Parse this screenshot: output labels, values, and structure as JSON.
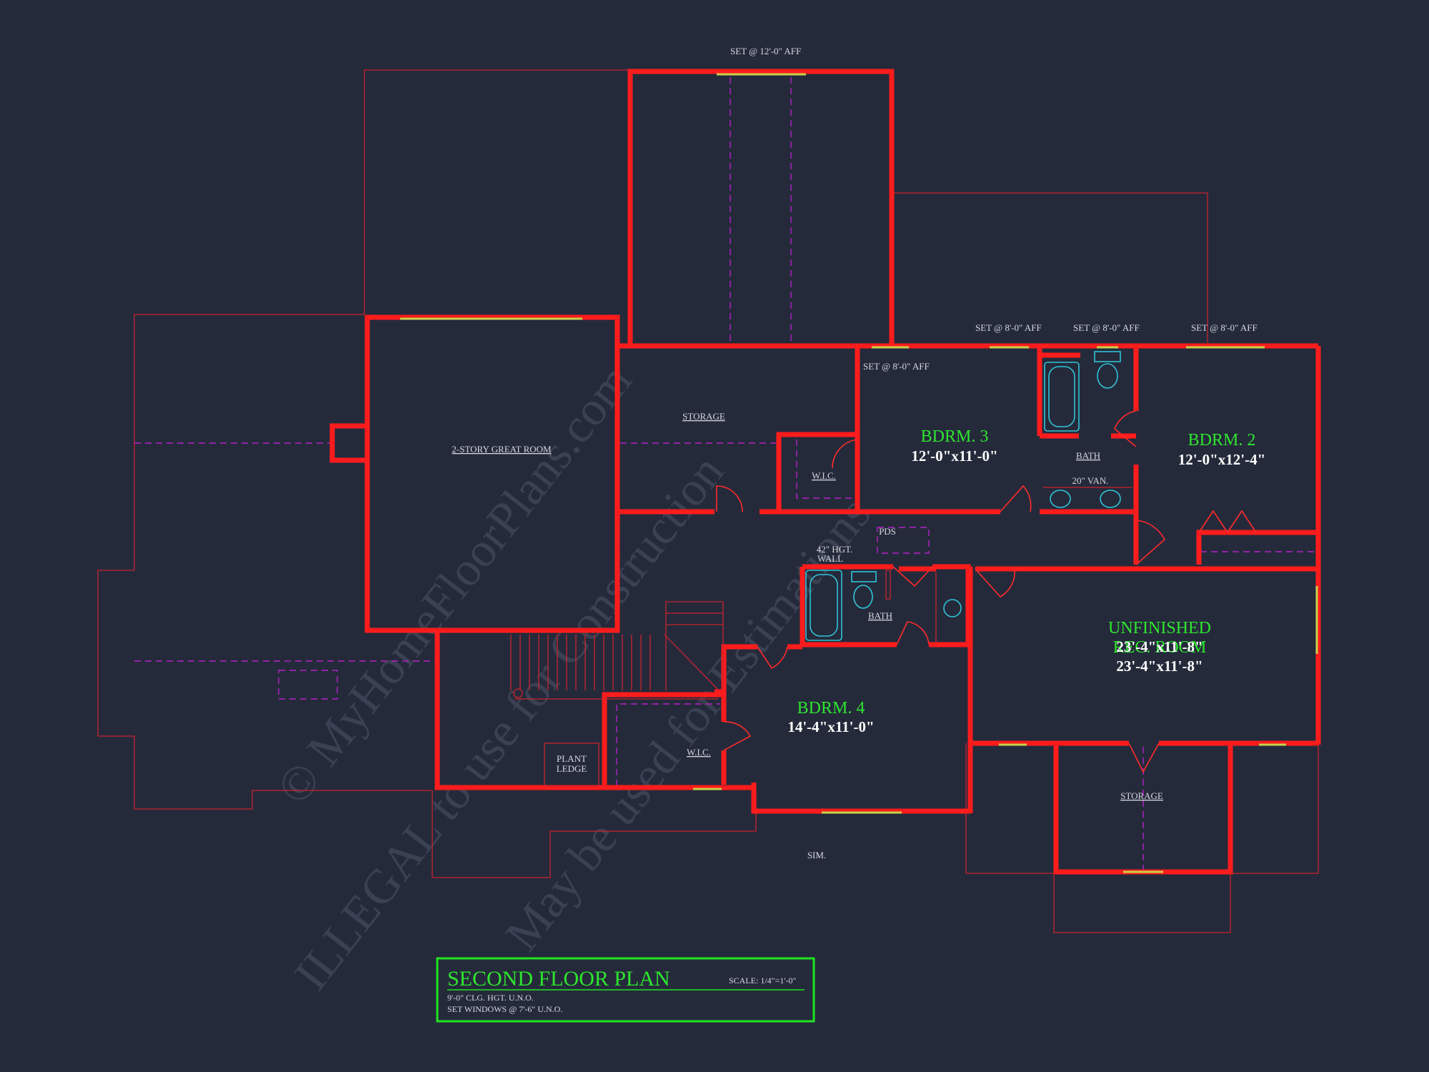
{
  "title_block": {
    "title": "SECOND FLOOR PLAN",
    "scale": "SCALE: 1/4\"=1'-0\"",
    "note1": "9'-0\" CLG. HGT. U.N.O.",
    "note2": "SET WINDOWS @ 7'-6\" U.N.O."
  },
  "window_notes": {
    "top": "SET @ 12'-0\" AFF",
    "bdrm3": "SET @ 8'-0\" AFF",
    "bath_top": "SET @ 8'-0\" AFF",
    "bath_top2": "SET @ 8'-0\" AFF",
    "bdrm2": "SET @ 8'-0\" AFF"
  },
  "rooms": {
    "great_room": "2-STORY GREAT ROOM",
    "storage_top": "STORAGE",
    "wic_top": "W.I.C.",
    "bdrm3_name": "BDRM. 3",
    "bdrm3_size": "12'-0\"x11'-0\"",
    "bath_upper": "BATH",
    "vanity": "20\" VAN.",
    "bdrm2_name": "BDRM. 2",
    "bdrm2_size": "12'-0\"x12'-4\"",
    "pds": "PDS",
    "hgt_wall_1": "42\" HGT.",
    "hgt_wall_2": "WALL",
    "bath_lower": "BATH",
    "unfinished_1": "UNFINISHED",
    "unfinished_2": "REC. ROOM",
    "unfinished_size": "23'-4\"x11'-8\"",
    "unfinished_size_dup": "23'-4\"x11'-8\"",
    "bdrm4_name": "BDRM. 4",
    "bdrm4_size": "14'-4\"x11'-0\"",
    "wic_lower": "W.I.C.",
    "plant_ledge_1": "PLANT",
    "plant_ledge_2": "LEDGE",
    "storage_bottom": "STORAGE",
    "sim": "SIM."
  },
  "watermark": {
    "line1": "© MyHomeFloorPlans.com",
    "line2": "ILLEGAL to use for Construction",
    "line3": "May be used for Estimations"
  },
  "colors": {
    "background": "#252a3b",
    "walls": "#ff1c1c",
    "room_labels": "#2ee62e",
    "windows": "#c8d24a",
    "fixtures": "#2fc4d6",
    "hidden_lines": "#b620c8"
  }
}
